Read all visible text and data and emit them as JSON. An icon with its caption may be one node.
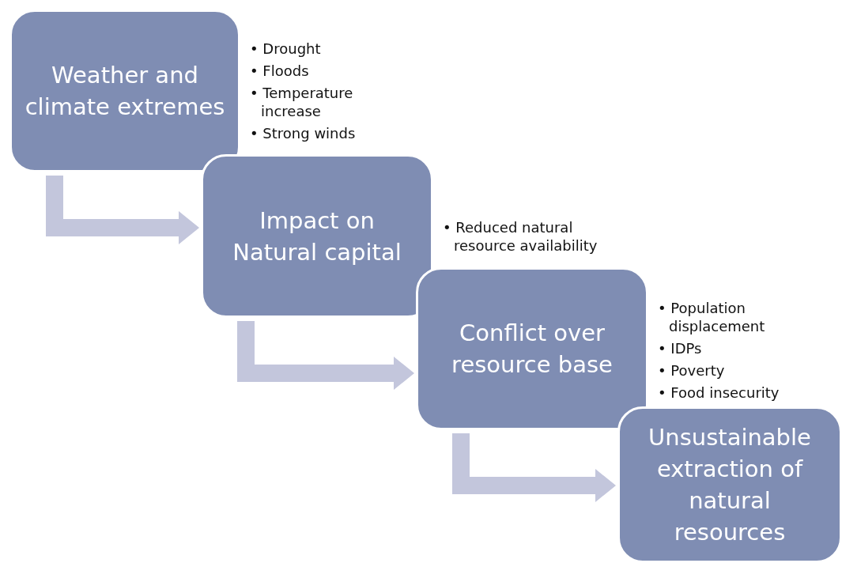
{
  "diagram": {
    "nodes": [
      {
        "text": [
          "Weather and climate extremes"
        ],
        "beside": [
          "• Drought",
          "• Floods",
          "• Temperature increase",
          "• Strong winds"
        ]
      },
      {
        "text": [
          "Impact on Natural capital"
        ]
      },
      {
        "text": [
          "Conflict over resource base"
        ],
        "beside": [
          "• Population displacement",
          "• IDPs",
          "• Poverty",
          "• Food insecurity"
        ]
      },
      {
        "text": [
          "Unsustainable extraction of natural resources"
        ]
      }
    ],
    "edges": [
      {
        "from": 0,
        "to": 1,
        "arrow": "to"
      },
      {
        "from": 1,
        "to": 2,
        "arrow": "to"
      },
      {
        "from": 2,
        "to": 3,
        "arrow": "to"
      }
    ],
    "labels": [
      "• Reduced natural resource availability"
    ]
  }
}
